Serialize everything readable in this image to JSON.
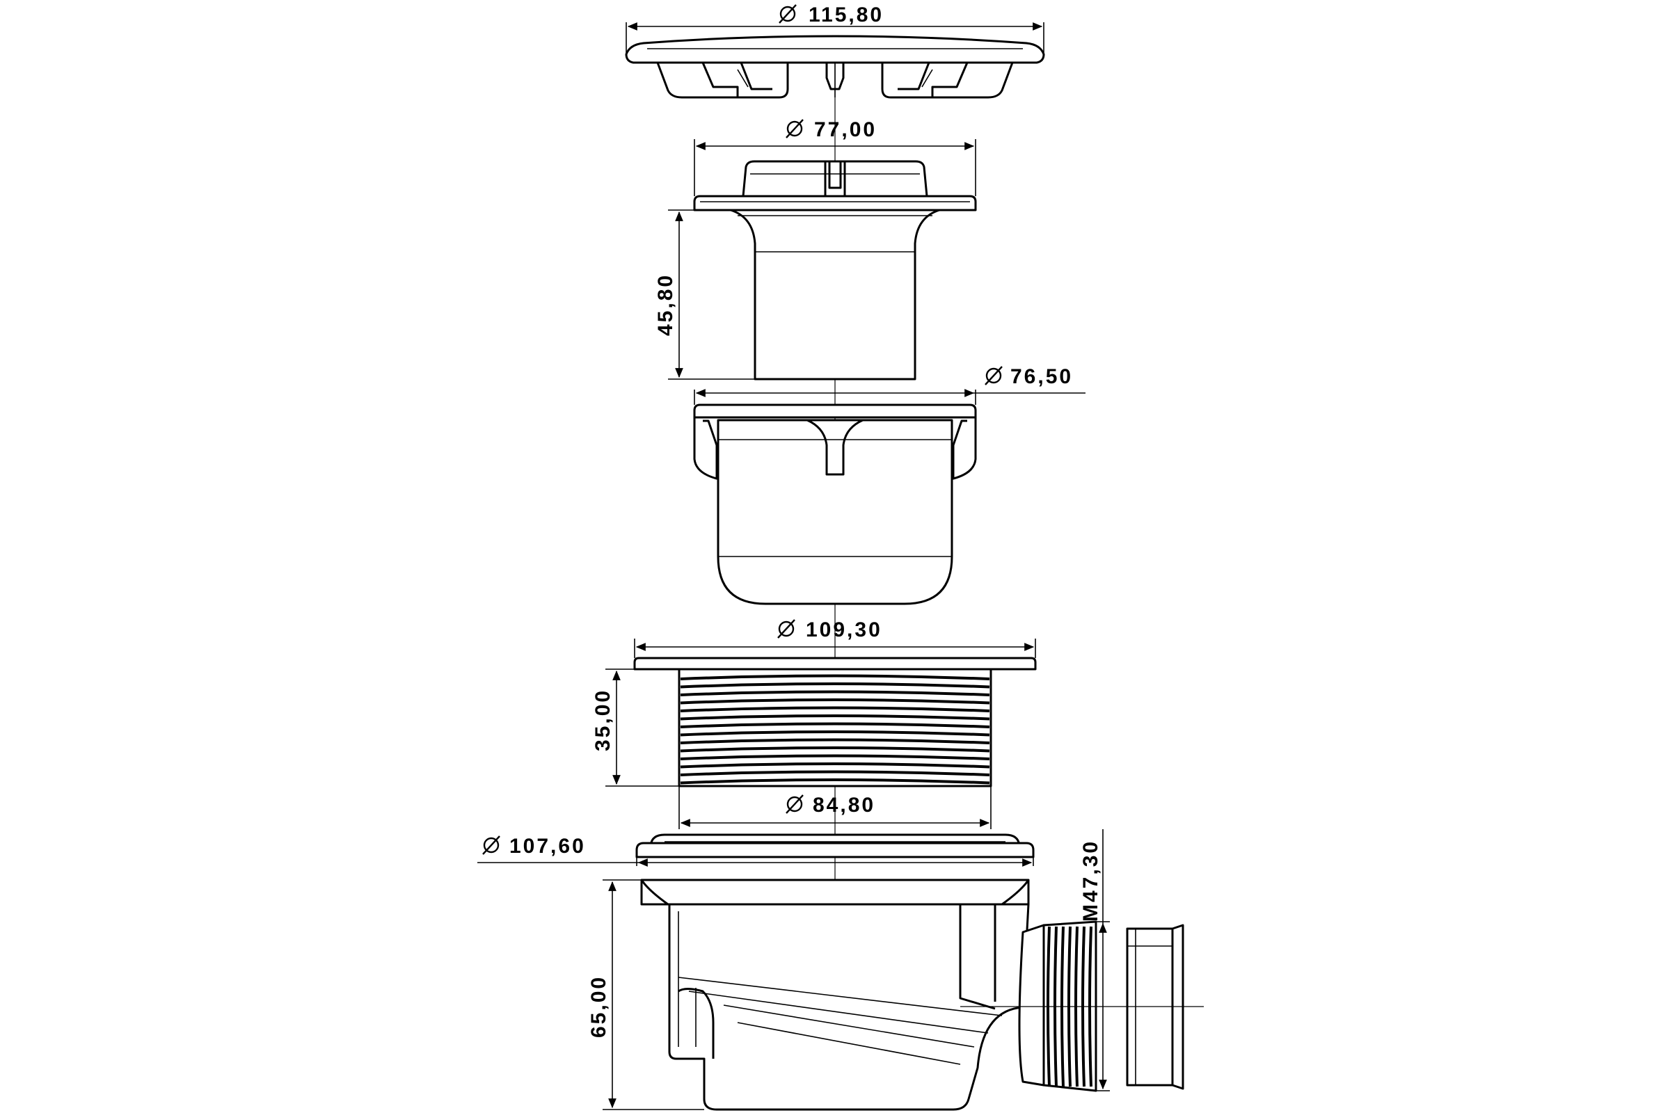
{
  "drawing": {
    "colors": {
      "line": "#000000",
      "background": "#ffffff"
    },
    "diameter_symbol": "diameter-symbol-icon",
    "dimensions": {
      "cover_diameter": "115,80",
      "strainer_diameter": "77,00",
      "strainer_height": "45,80",
      "cup_diameter": "76,50",
      "flange_diameter": "109,30",
      "flange_height": "35,00",
      "thread_diameter": "84,80",
      "body_diameter": "107,60",
      "outlet_thread": "M47,30",
      "body_height": "65,00"
    }
  }
}
